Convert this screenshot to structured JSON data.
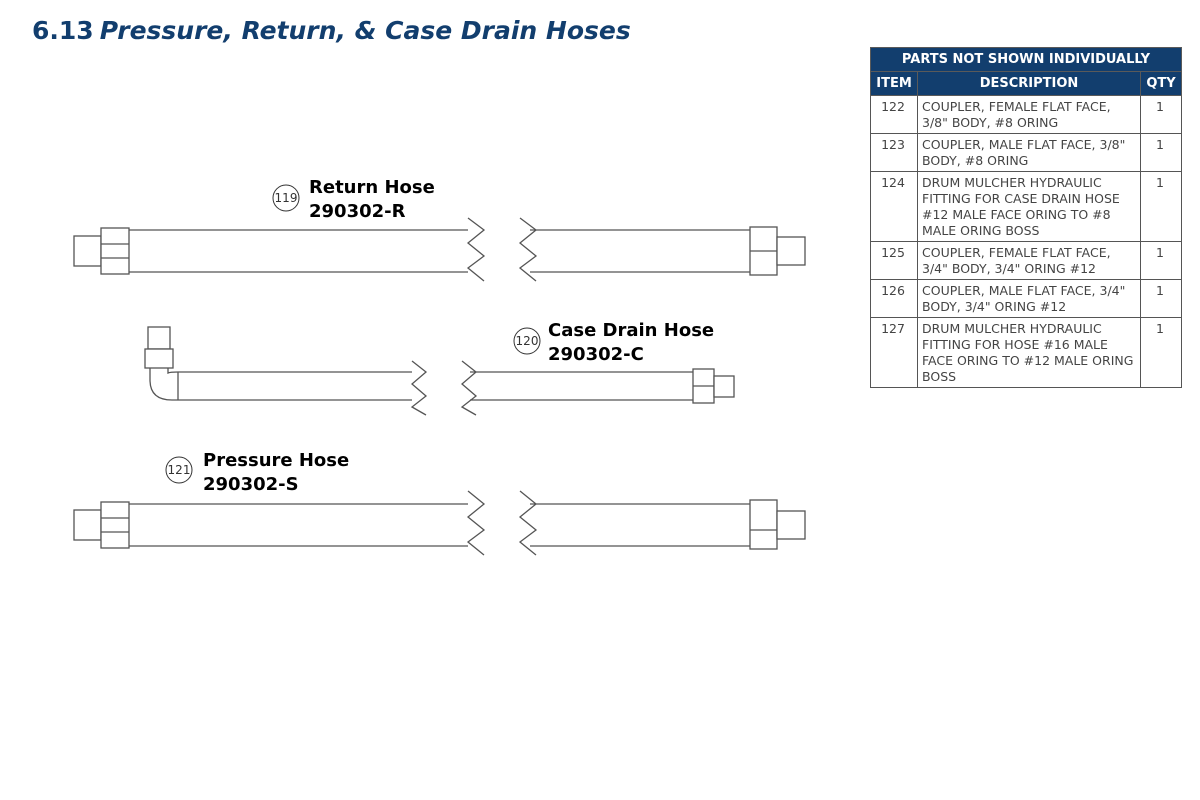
{
  "header": {
    "section_number": "6.13",
    "section_title": "Pressure, Return, & Case Drain Hoses"
  },
  "hoses": [
    {
      "item": "119",
      "name": "Return Hose",
      "part_number": "290302-R"
    },
    {
      "item": "120",
      "name": "Case Drain Hose",
      "part_number": "290302-C"
    },
    {
      "item": "121",
      "name": "Pressure Hose",
      "part_number": "290302-S"
    }
  ],
  "parts_table": {
    "title": "PARTS NOT SHOWN INDIVIDUALLY",
    "headers": {
      "item": "ITEM",
      "description": "DESCRIPTION",
      "qty": "QTY"
    },
    "rows": [
      {
        "item": "122",
        "description": "COUPLER, FEMALE FLAT FACE, 3/8\" BODY, #8 ORING",
        "qty": "1"
      },
      {
        "item": "123",
        "description": "COUPLER, MALE FLAT FACE, 3/8\" BODY, #8 ORING",
        "qty": "1"
      },
      {
        "item": "124",
        "description": "DRUM MULCHER HYDRAULIC FITTING FOR CASE DRAIN HOSE #12 MALE FACE ORING TO #8 MALE ORING BOSS",
        "qty": "1"
      },
      {
        "item": "125",
        "description": "COUPLER, FEMALE FLAT FACE, 3/4\" BODY, 3/4\" ORING #12",
        "qty": "1"
      },
      {
        "item": "126",
        "description": "COUPLER, MALE FLAT FACE, 3/4\" BODY, 3/4\" ORING #12",
        "qty": "1"
      },
      {
        "item": "127",
        "description": "DRUM MULCHER HYDRAULIC FITTING FOR HOSE #16 MALE FACE ORING TO #12 MALE ORING BOSS",
        "qty": "1"
      }
    ]
  },
  "colors": {
    "heading": "#123e6e",
    "table_header_bg": "#123e6e",
    "line": "#555555"
  }
}
